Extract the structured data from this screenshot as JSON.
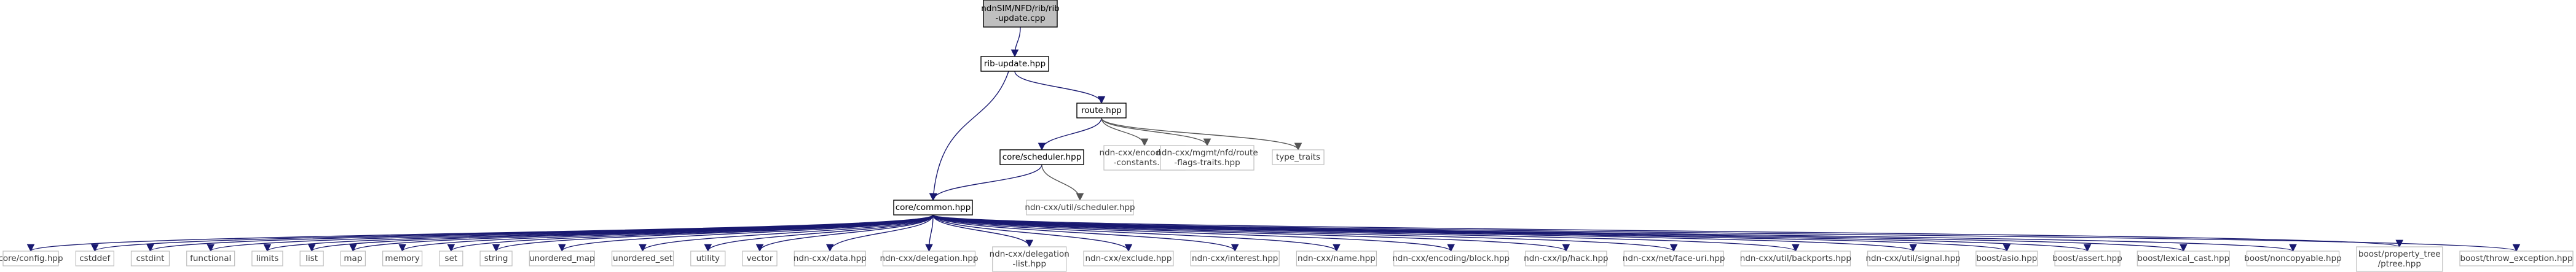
{
  "diagram": {
    "root": "ndnSIM/NFD/rib/rib-update.cpp",
    "nodes": {
      "root": [
        "ndnSIM/NFD/rib/rib",
        "-update.cpp"
      ],
      "rib_update_hpp": [
        "rib-update.hpp"
      ],
      "route_hpp": [
        "route.hpp"
      ],
      "core_scheduler": [
        "core/scheduler.hpp"
      ],
      "nfd_constants": [
        "ndn-cxx/encoding/nfd",
        "-constants.hpp"
      ],
      "route_flags": [
        "ndn-cxx/mgmt/nfd/route",
        "-flags-traits.hpp"
      ],
      "type_traits": [
        "type_traits"
      ],
      "util_scheduler": [
        "ndn-cxx/util/scheduler.hpp"
      ],
      "core_common": [
        "core/common.hpp"
      ],
      "core_config": [
        "core/config.hpp"
      ],
      "cstddef": [
        "cstddef"
      ],
      "cstdint": [
        "cstdint"
      ],
      "functional": [
        "functional"
      ],
      "limits": [
        "limits"
      ],
      "list": [
        "list"
      ],
      "map": [
        "map"
      ],
      "memory": [
        "memory"
      ],
      "set": [
        "set"
      ],
      "string": [
        "string"
      ],
      "unordered_map": [
        "unordered_map"
      ],
      "unordered_set": [
        "unordered_set"
      ],
      "utility": [
        "utility"
      ],
      "vector": [
        "vector"
      ],
      "data_hpp": [
        "ndn-cxx/data.hpp"
      ],
      "delegation_hpp": [
        "ndn-cxx/delegation.hpp"
      ],
      "delegation_list": [
        "ndn-cxx/delegation",
        "-list.hpp"
      ],
      "exclude_hpp": [
        "ndn-cxx/exclude.hpp"
      ],
      "interest_hpp": [
        "ndn-cxx/interest.hpp"
      ],
      "name_hpp": [
        "ndn-cxx/name.hpp"
      ],
      "block_hpp": [
        "ndn-cxx/encoding/block.hpp"
      ],
      "lp_hack": [
        "ndn-cxx/lp/hack.hpp"
      ],
      "face_uri": [
        "ndn-cxx/net/face-uri.hpp"
      ],
      "backports": [
        "ndn-cxx/util/backports.hpp"
      ],
      "signal_hpp": [
        "ndn-cxx/util/signal.hpp"
      ],
      "asio_hpp": [
        "boost/asio.hpp"
      ],
      "assert_hpp": [
        "boost/assert.hpp"
      ],
      "lexical_cast": [
        "boost/lexical_cast.hpp"
      ],
      "noncopyable": [
        "boost/noncopyable.hpp"
      ],
      "property_tree": [
        "boost/property_tree",
        "/ptree.hpp"
      ],
      "throw_exception": [
        "boost/throw_exception.hpp"
      ]
    },
    "edges": [
      [
        "root",
        "rib_update_hpp"
      ],
      [
        "rib_update_hpp",
        "route_hpp"
      ],
      [
        "rib_update_hpp",
        "core_common"
      ],
      [
        "route_hpp",
        "core_scheduler"
      ],
      [
        "route_hpp",
        "nfd_constants"
      ],
      [
        "route_hpp",
        "route_flags"
      ],
      [
        "route_hpp",
        "type_traits"
      ],
      [
        "core_scheduler",
        "core_common"
      ],
      [
        "core_scheduler",
        "util_scheduler"
      ],
      [
        "core_common",
        "core_config"
      ],
      [
        "core_common",
        "cstddef"
      ],
      [
        "core_common",
        "cstdint"
      ],
      [
        "core_common",
        "functional"
      ],
      [
        "core_common",
        "limits"
      ],
      [
        "core_common",
        "list"
      ],
      [
        "core_common",
        "map"
      ],
      [
        "core_common",
        "memory"
      ],
      [
        "core_common",
        "set"
      ],
      [
        "core_common",
        "string"
      ],
      [
        "core_common",
        "unordered_map"
      ],
      [
        "core_common",
        "unordered_set"
      ],
      [
        "core_common",
        "utility"
      ],
      [
        "core_common",
        "vector"
      ],
      [
        "core_common",
        "data_hpp"
      ],
      [
        "core_common",
        "delegation_hpp"
      ],
      [
        "core_common",
        "delegation_list"
      ],
      [
        "core_common",
        "exclude_hpp"
      ],
      [
        "core_common",
        "interest_hpp"
      ],
      [
        "core_common",
        "name_hpp"
      ],
      [
        "core_common",
        "block_hpp"
      ],
      [
        "core_common",
        "lp_hack"
      ],
      [
        "core_common",
        "face_uri"
      ],
      [
        "core_common",
        "backports"
      ],
      [
        "core_common",
        "signal_hpp"
      ],
      [
        "core_common",
        "asio_hpp"
      ],
      [
        "core_common",
        "assert_hpp"
      ],
      [
        "core_common",
        "lexical_cast"
      ],
      [
        "core_common",
        "noncopyable"
      ],
      [
        "core_common",
        "property_tree"
      ],
      [
        "core_common",
        "throw_exception"
      ]
    ]
  },
  "colors": {
    "root_fill": "#bfbfbf",
    "node_border": "#000000",
    "external_border": "#bfbfbf",
    "edge": "#191970",
    "edge_to_external_header": "#555555"
  }
}
